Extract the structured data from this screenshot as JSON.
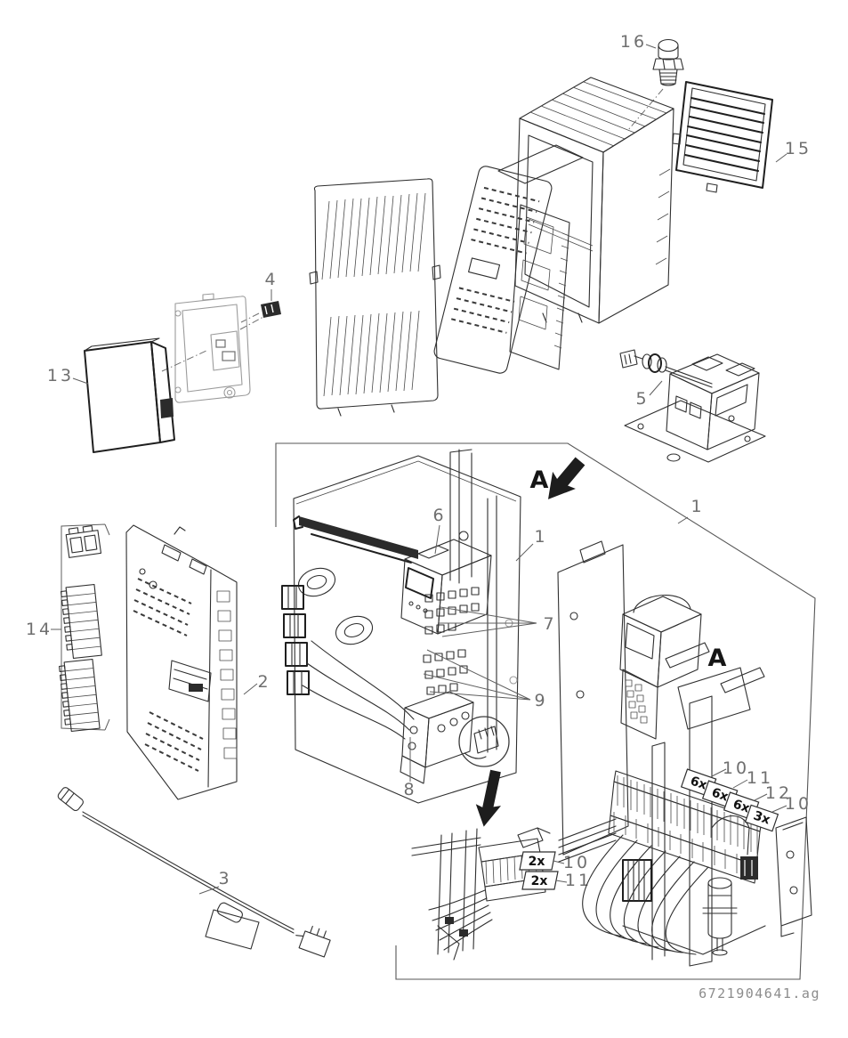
{
  "figure": {
    "drawing_number": "6721904641.ag",
    "view_letter": "A"
  },
  "callouts": {
    "n1": "1",
    "n2": "2",
    "n3": "3",
    "n4": "4",
    "n5": "5",
    "n6": "6",
    "n7": "7",
    "n8": "8",
    "n9": "9",
    "n10": "10",
    "n11": "11",
    "n12": "12",
    "n13": "13",
    "n14": "14",
    "n15": "15",
    "n16": "16"
  },
  "quantity_labels": {
    "x2": "2x",
    "x3": "3x",
    "x6": "6x"
  }
}
